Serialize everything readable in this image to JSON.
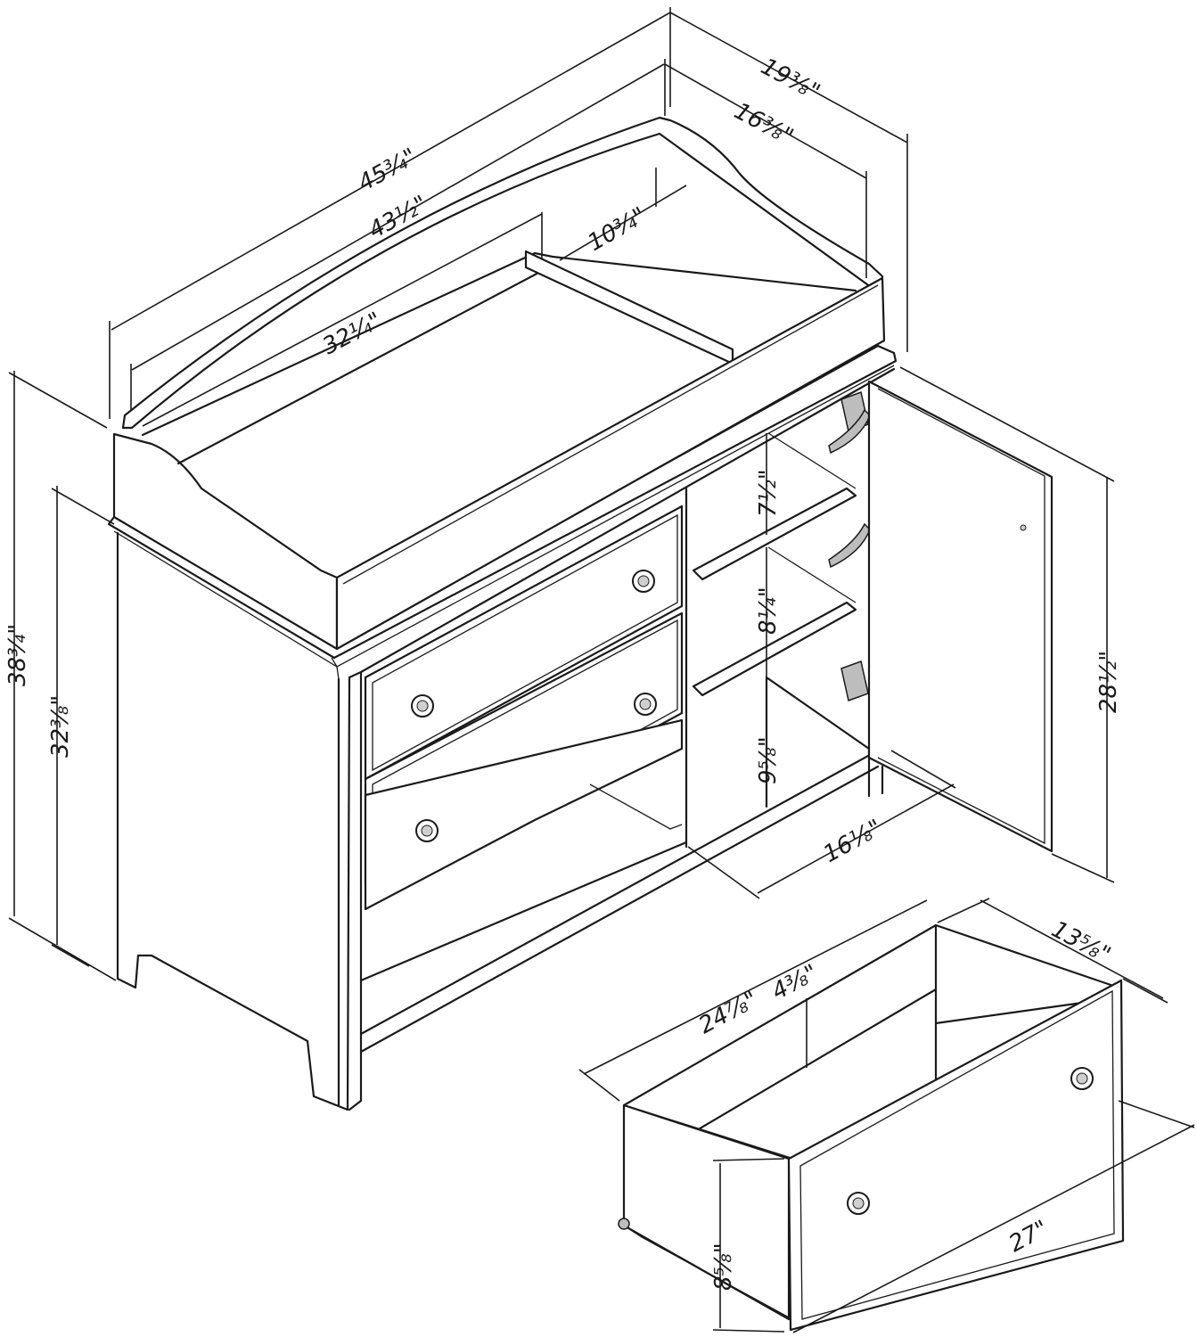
{
  "dimensions": {
    "overall_width": "45¾\"",
    "top_width": "43½\"",
    "pad_width": "32¼\"",
    "pad_depth": "10¾\"",
    "overall_depth": "19⅜\"",
    "top_depth": "16⅜\"",
    "overall_height": "38¾\"",
    "top_height": "32⅜\"",
    "cabinet_height": "28½\"",
    "shelf_1": "7½\"",
    "shelf_2": "8¼\"",
    "shelf_3": "9⅝\"",
    "cabinet_width": "16⅛\"",
    "drawer_depth": "13⅝\"",
    "drawer_width": "24⅞\"",
    "drawer_box_height": "4⅜\"",
    "drawer_front_height": "8⅝\"",
    "drawer_front_width": "27\""
  }
}
